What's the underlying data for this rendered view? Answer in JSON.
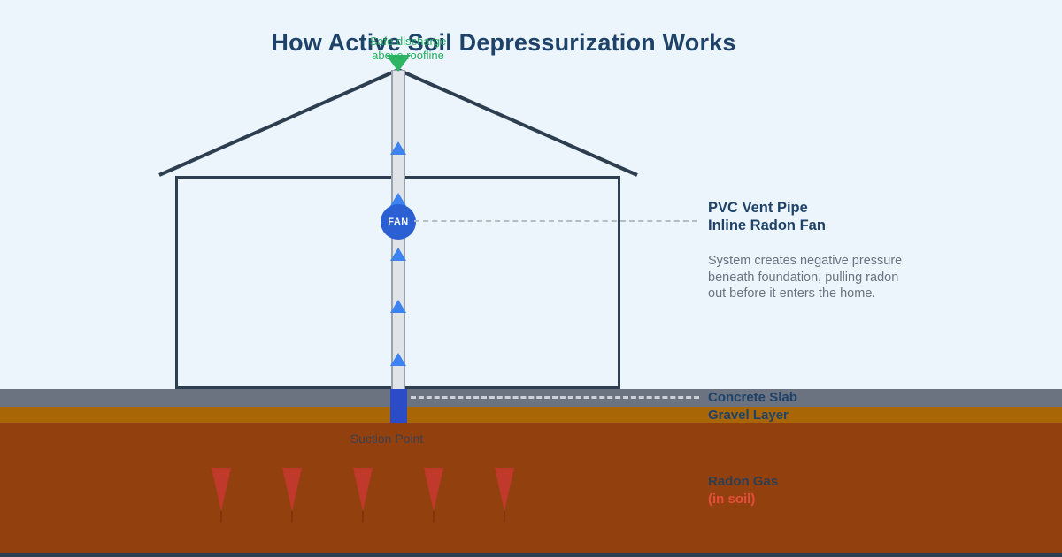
{
  "title": "How Active Soil Depressurization Works",
  "discharge": {
    "lines": [
      "Safe discharge",
      "above roofline"
    ]
  },
  "fan": {
    "label": "FAN"
  },
  "suction": {
    "label": "Suction Point"
  },
  "callout": {
    "title_lines": [
      "PVC Vent Pipe",
      "Inline Radon Fan"
    ],
    "description_lines": [
      "System creates negative pressure",
      "beneath foundation, pulling radon",
      "out before it enters the home."
    ]
  },
  "layers": {
    "slab": {
      "label": "Concrete Slab",
      "color": "#6b7280"
    },
    "gravel": {
      "label": "Gravel Layer",
      "color": "#a86606"
    },
    "soil": {
      "color": "#93400f"
    },
    "radon": {
      "label": "Radon Gas",
      "sublabel": "(in soil)",
      "arrow_color": "#c0392b",
      "sublabel_color": "#e74c3c"
    }
  },
  "colors": {
    "background": "#ecf5fc",
    "structure_line": "#2c3e50",
    "title_text": "#1f4368",
    "pipe_fill": "#e0e4e9",
    "pipe_border": "#9aa2ae",
    "airflow_blue": "#3c82f0",
    "fan_blue": "#2a60d4",
    "suction_blue": "#2b4bc7",
    "discharge_green": "#2db563",
    "label_green": "#27ae60",
    "muted_text": "#6b7280"
  }
}
